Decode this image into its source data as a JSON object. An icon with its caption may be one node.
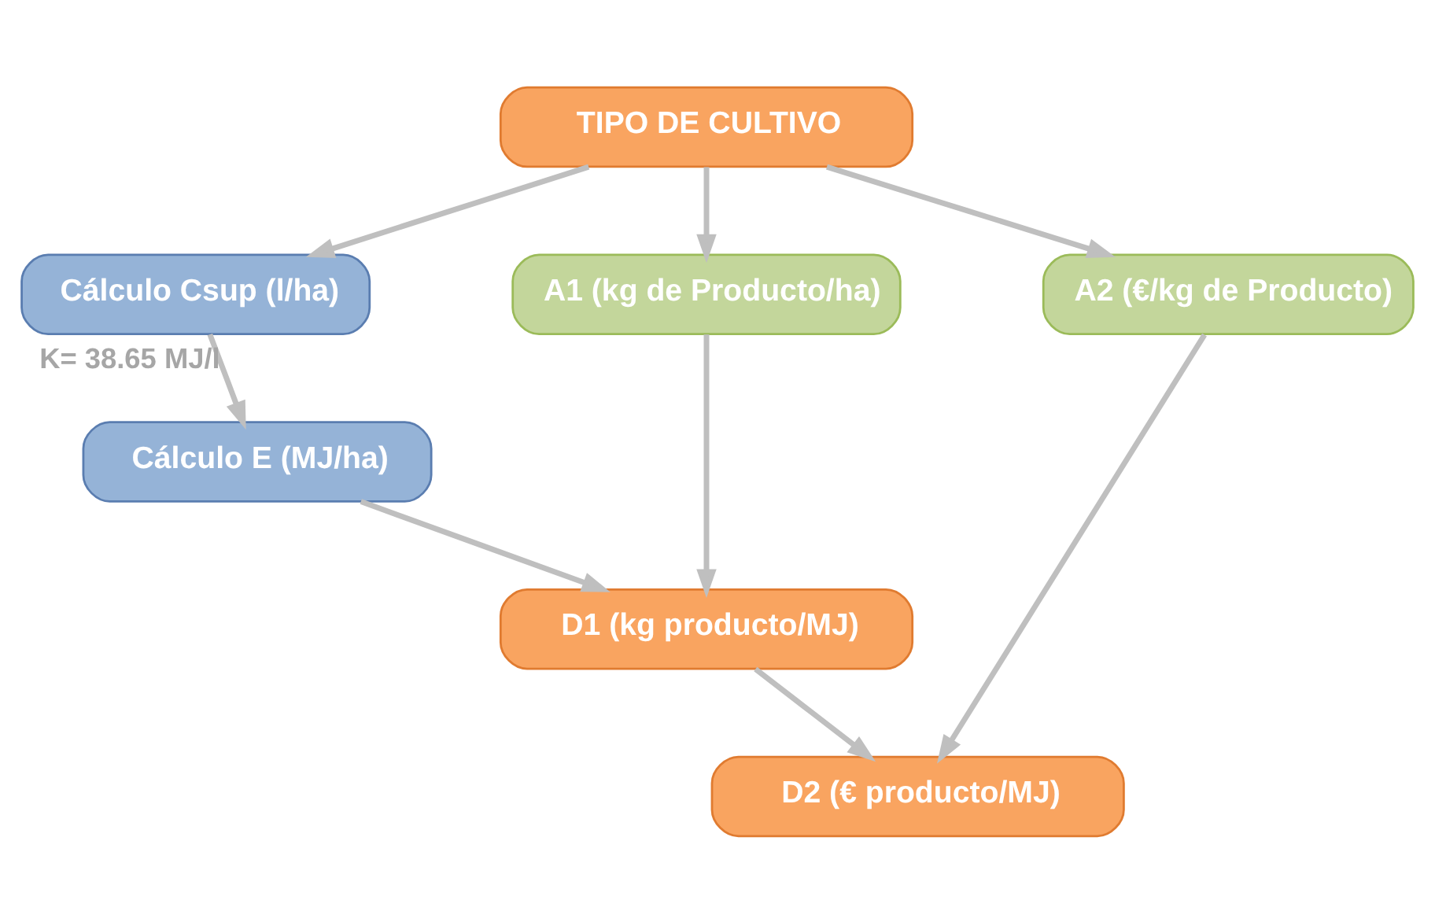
{
  "diagram": {
    "nodes": [
      {
        "text": [
          "TIPO DE CULTIVO"
        ]
      },
      {
        "text": [
          "Cálculo Csup (l/ha)"
        ]
      },
      {
        "text": [
          "A1 (kg de Producto/ha)"
        ]
      },
      {
        "text": [
          "A2 (€/kg de Producto)"
        ]
      },
      {
        "text": [
          "Cálculo E (MJ/ha)"
        ]
      },
      {
        "text": [
          "D1 (kg producto/MJ)"
        ]
      },
      {
        "text": [
          "D2 (€ producto/MJ)"
        ]
      }
    ],
    "edges": [
      {
        "from": 0,
        "to": 1,
        "arrow": "to"
      },
      {
        "from": 0,
        "to": 2,
        "arrow": "to"
      },
      {
        "from": 0,
        "to": 3,
        "arrow": "to"
      },
      {
        "from": 1,
        "to": 4,
        "arrow": "to",
        "label": "K= 38.65 MJ/l"
      },
      {
        "from": 2,
        "to": 5,
        "arrow": "to"
      },
      {
        "from": 4,
        "to": 5,
        "arrow": "to"
      },
      {
        "from": 5,
        "to": 6,
        "arrow": "to"
      },
      {
        "from": 3,
        "to": 6,
        "arrow": "to"
      }
    ]
  }
}
